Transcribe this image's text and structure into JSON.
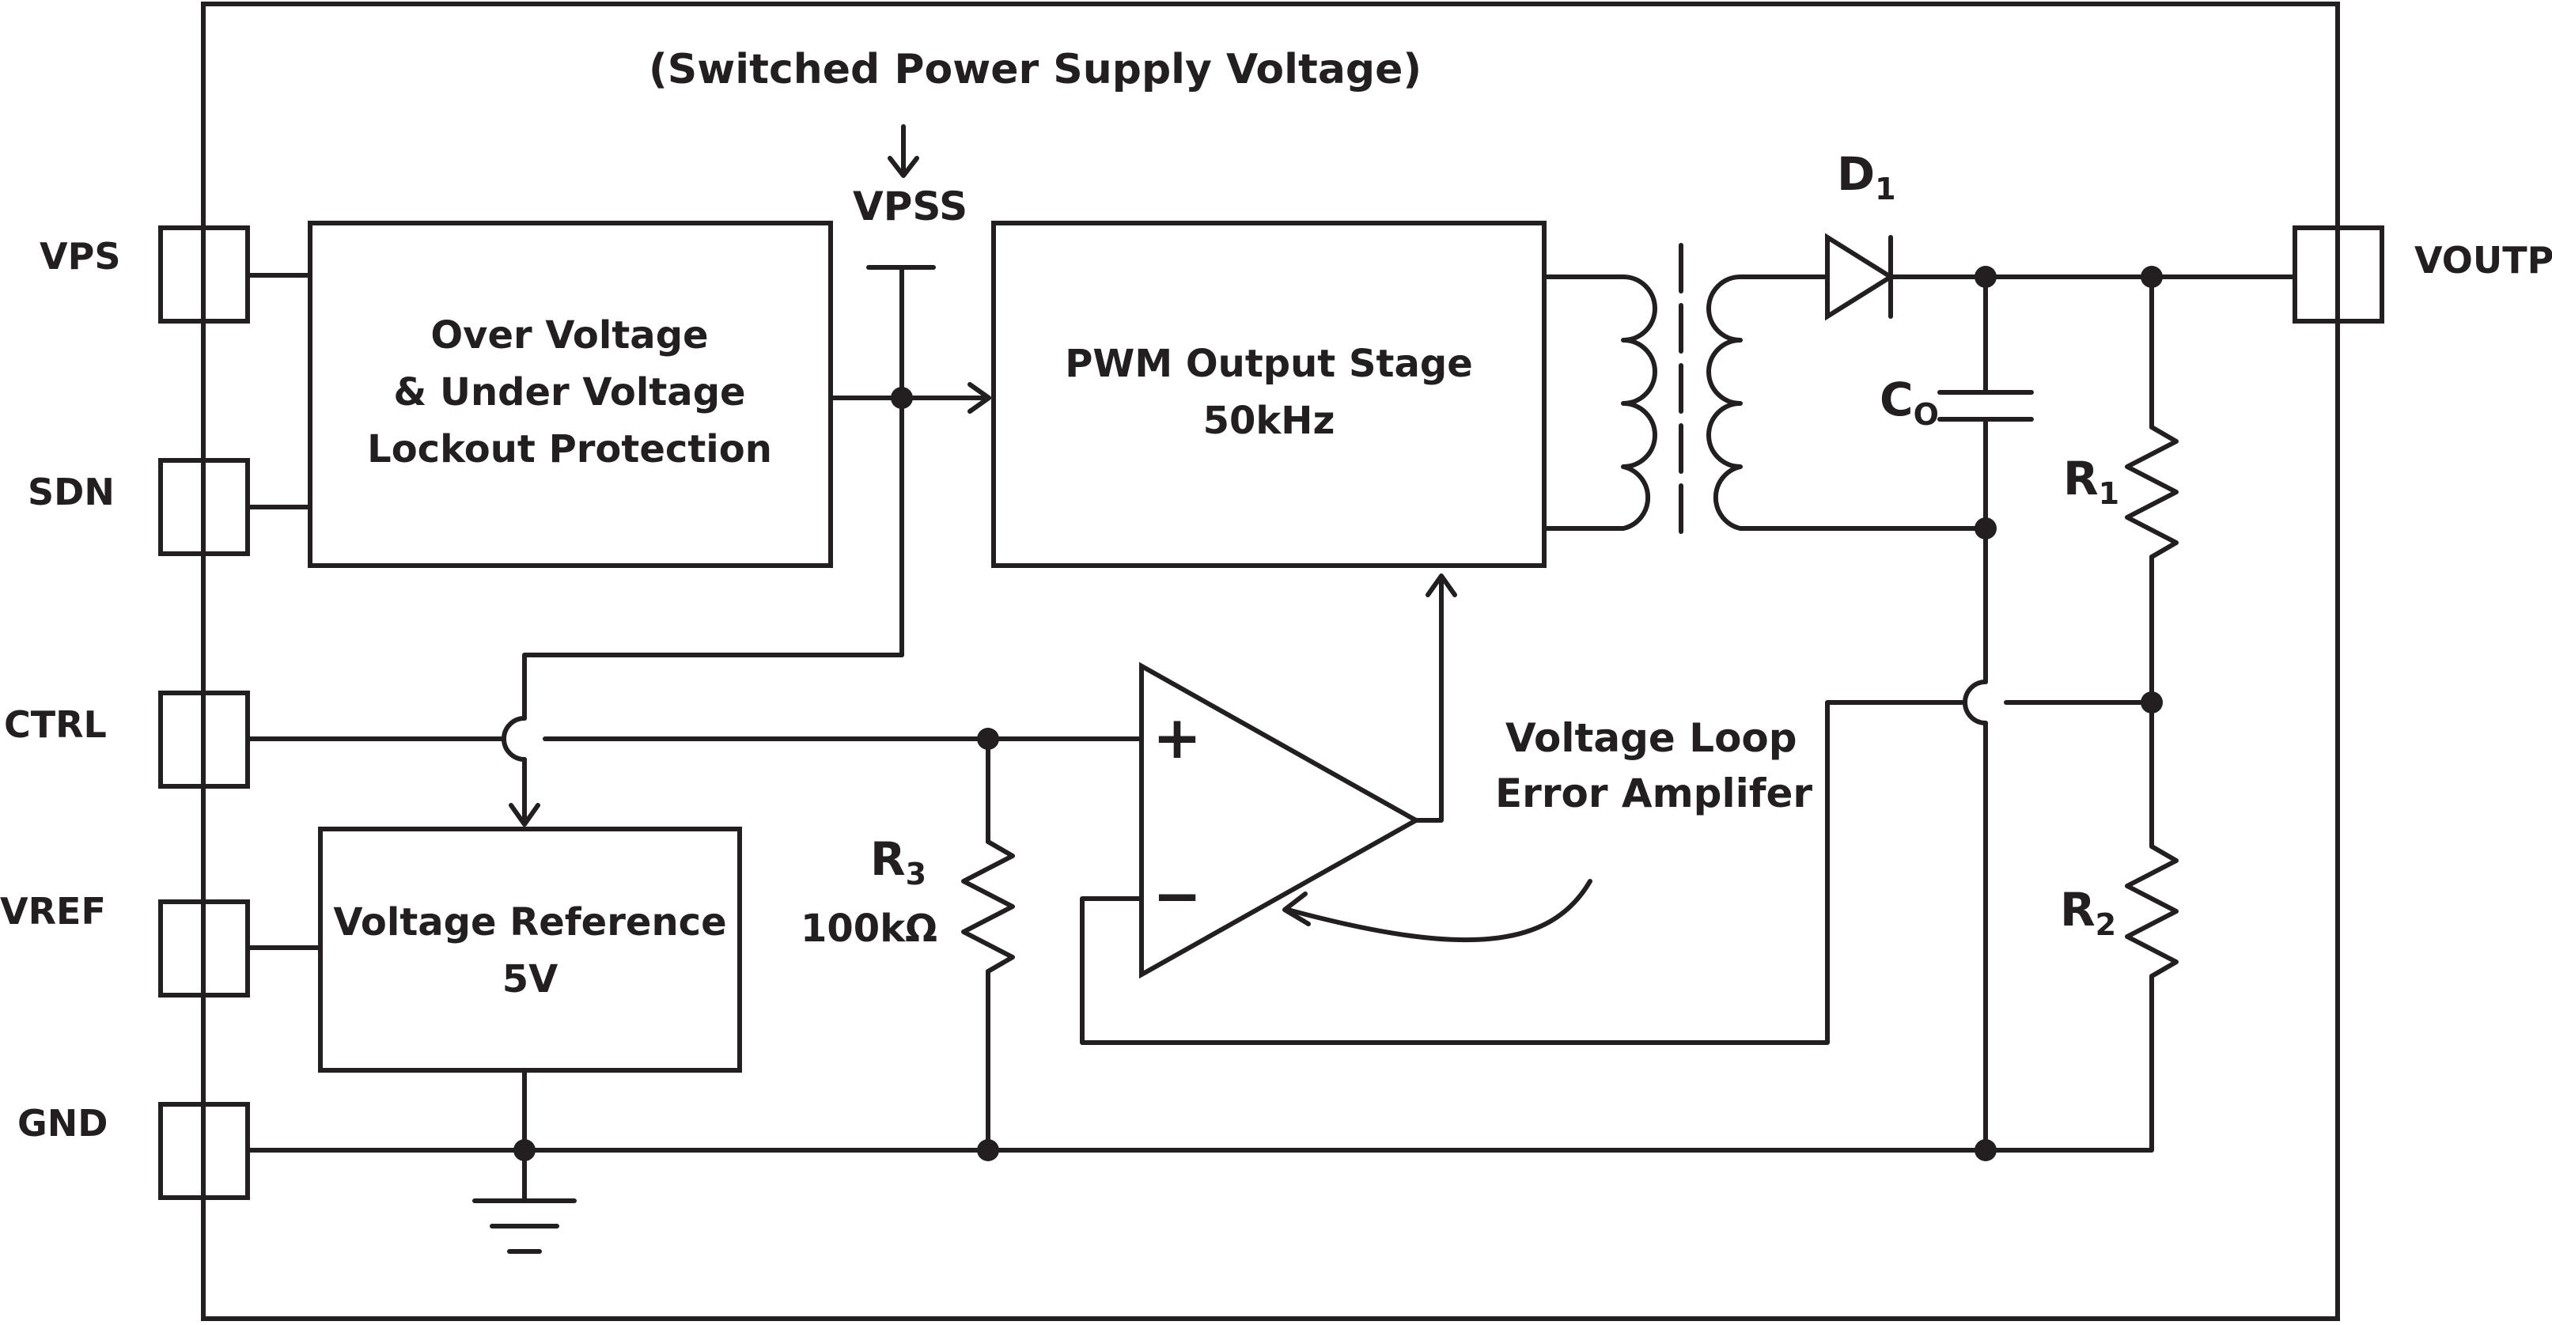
{
  "pins": {
    "vps": "VPS",
    "sdn": "SDN",
    "ctrl": "CTRL",
    "vref": "VREF",
    "gnd": "GND",
    "voutp": "VOUTP"
  },
  "top_note": "(Switched Power Supply Voltage)",
  "vpss": "VPSS",
  "blocks": {
    "ovuv": {
      "line1": "Over Voltage",
      "line2": "& Under Voltage",
      "line3": "Lockout Protection"
    },
    "pwm": {
      "line1": "PWM Output Stage",
      "line2": "50kHz"
    },
    "vref": {
      "line1": "Voltage Reference",
      "line2": "5V"
    }
  },
  "amp": {
    "plus": "+",
    "minus": "−",
    "label1": "Voltage Loop",
    "label2": "Error Amplifer"
  },
  "components": {
    "d1": {
      "main": "D",
      "sub": "1"
    },
    "co": {
      "main": "C",
      "sub": "O"
    },
    "r1": {
      "main": "R",
      "sub": "1"
    },
    "r2": {
      "main": "R",
      "sub": "2"
    },
    "r3": {
      "main": "R",
      "sub": "3",
      "value": "100kΩ"
    }
  },
  "colors": {
    "ink": "#231f20",
    "background": "#ffffff"
  }
}
